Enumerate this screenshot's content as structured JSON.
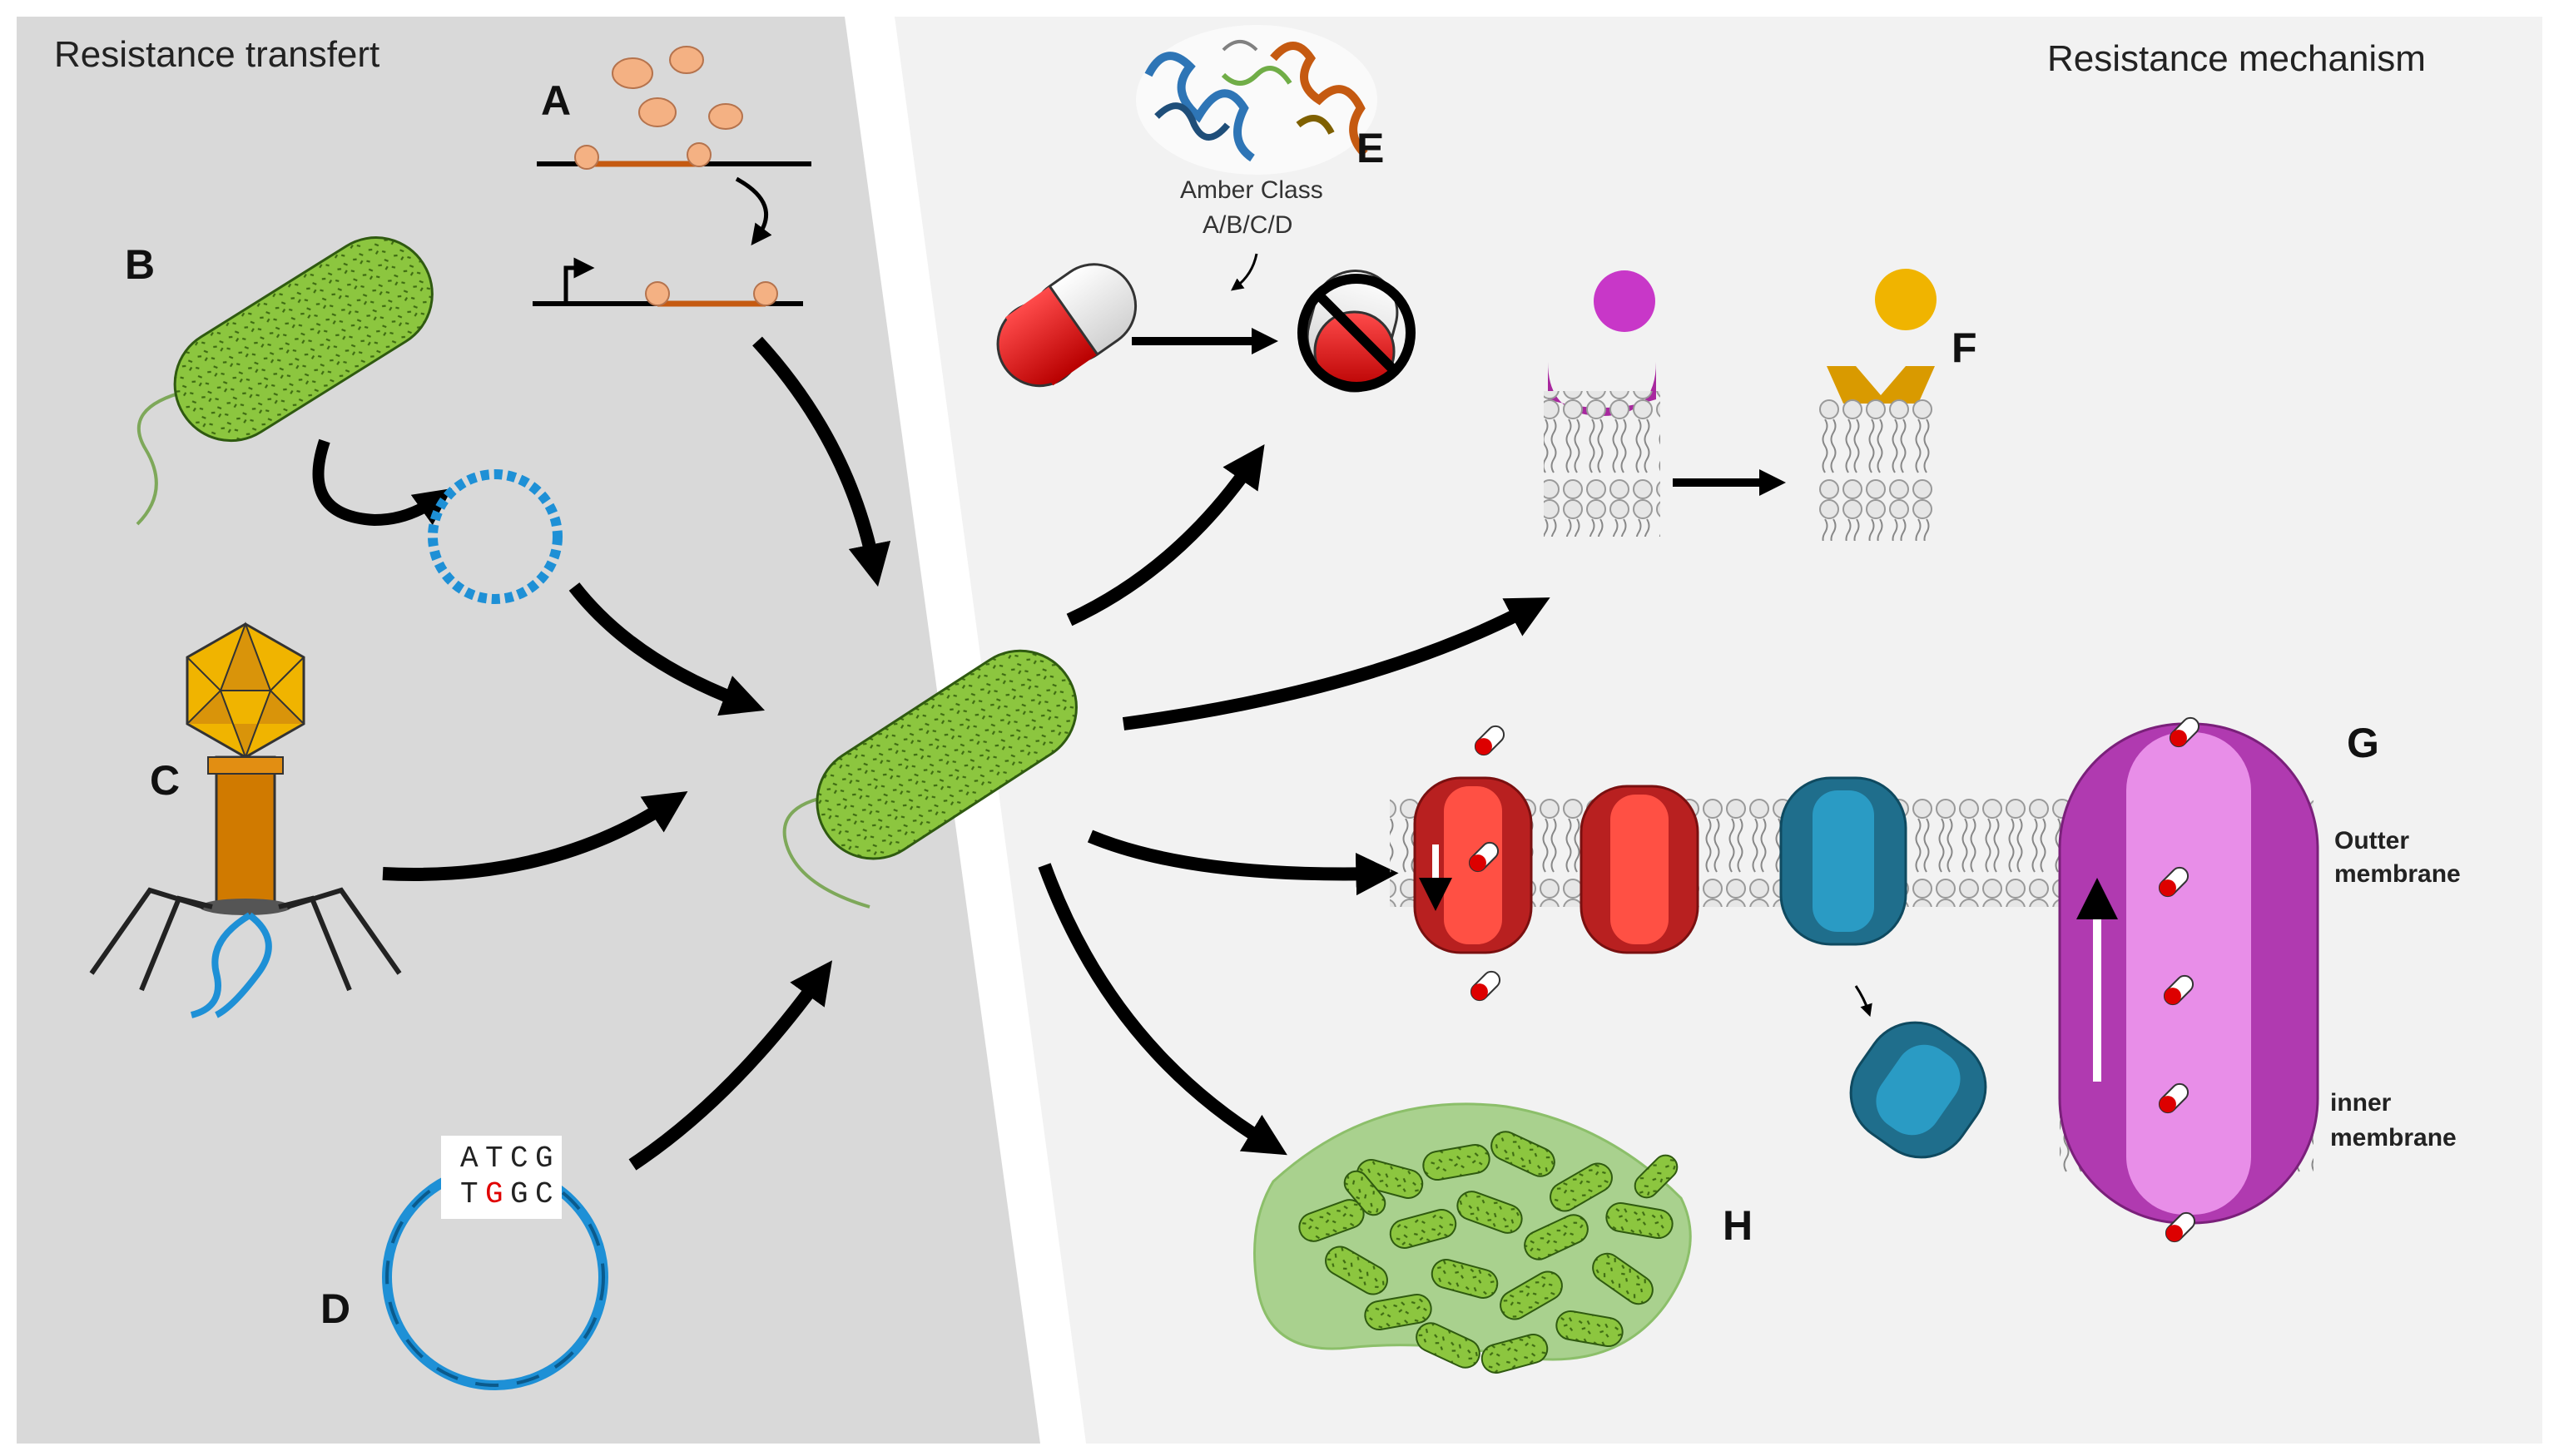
{
  "titles": {
    "left": "Resistance transfert",
    "right": "Resistance mechanism"
  },
  "letters": {
    "A": "A",
    "B": "B",
    "C": "C",
    "D": "D",
    "E": "E",
    "F": "F",
    "G": "G",
    "H": "H"
  },
  "enzyme_label": {
    "line1": "Amber Class",
    "line2": "A/B/C/D"
  },
  "dna_box": {
    "top": [
      "A",
      "T",
      "C",
      "G"
    ],
    "bottom": [
      "T",
      "G",
      "G",
      "C"
    ],
    "mutated_index": 1
  },
  "membranes": {
    "outer_line1": "Outter",
    "outer_line2": "membrane",
    "inner_line1": "inner",
    "inner_line2": "membrane"
  },
  "colors": {
    "left_bg": "#d9d9d9",
    "right_bg": "#f2f2f2",
    "bacteria": "#8cc63f",
    "plasmid": "#1e90d6",
    "capsule_red": "#e00000",
    "phage": "#d07a00",
    "target_magenta": "#c837c8",
    "target_gold": "#f0b400",
    "porin_red": "#d9302a",
    "porin_blue": "#2a8ab0",
    "efflux": "#b03ab0",
    "mutation": "#e00000"
  }
}
